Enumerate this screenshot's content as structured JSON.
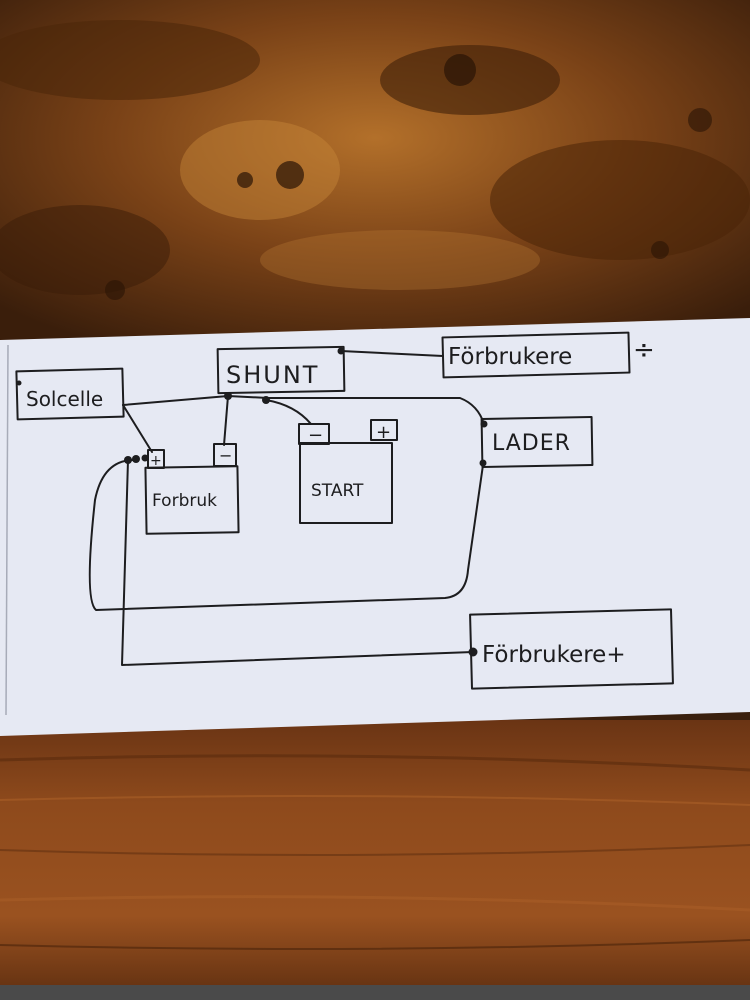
{
  "diagram": {
    "nodes": {
      "shunt": "SHUNT",
      "solcelle": "Solcelle",
      "forbrukere_minus": "Förbrukere",
      "minus_symbol": "÷",
      "lader": "LADER",
      "forbruk": "Forbruk",
      "start": "START",
      "forbrukere_plus": "Förbrukere+"
    },
    "terminals": {
      "start_minus": "−",
      "start_plus": "+",
      "forbruk_minus": "−",
      "forbruk_plus": "+"
    }
  },
  "colors": {
    "paper": "#e6e9f3",
    "ink": "#1d1d1f",
    "wood_top": "#5a3212",
    "wood_bottom": "#8a4418"
  }
}
